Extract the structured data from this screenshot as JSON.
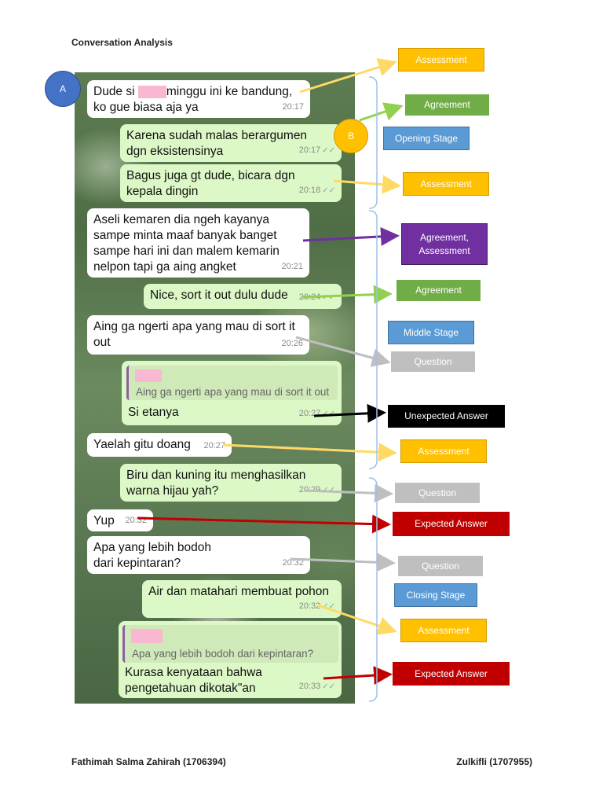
{
  "document": {
    "title": "Conversation Analysis",
    "footer_left": "Fathimah Salma Zahirah (1706394)",
    "footer_right": "Zulkifli (1707955)"
  },
  "speakers": {
    "a": "A",
    "b": "B"
  },
  "messages": [
    {
      "line1_pre": "Dude si",
      "line1_post": "minggu ini ke bandung,",
      "line2": "ko gue biasa aja ya",
      "time": "20:17"
    },
    {
      "text": "Karena sudah malas berargumen dgn eksistensinya",
      "time": "20:17"
    },
    {
      "text": "Bagus juga gt dude, bicara dgn kepala dingin",
      "time": "20:18"
    },
    {
      "text": "Aseli kemaren dia ngeh kayanya sampe minta maaf banyak banget sampe hari ini dan malem kemarin nelpon tapi ga aing angket",
      "time": "20:21"
    },
    {
      "text": "Nice, sort it out dulu dude",
      "time": "20:24"
    },
    {
      "text": "Aing ga ngerti apa yang mau di sort it out",
      "time": "20:26"
    },
    {
      "quote": "Aing ga ngerti apa yang mau di sort it out",
      "text": "Si etanya",
      "time": "20:27"
    },
    {
      "text": "Yaelah gitu doang",
      "time": "20:27"
    },
    {
      "text": "Biru dan kuning itu menghasilkan warna hijau yah?",
      "time": "20:29"
    },
    {
      "text": "Yup",
      "time": "20:32"
    },
    {
      "text": "Apa yang lebih bodoh dari kepintaran?",
      "time": "20:32"
    },
    {
      "text": "Air dan matahari membuat pohon",
      "time": "20:32"
    },
    {
      "quote": "Apa yang lebih bodoh dari kepintaran?",
      "text": "Kurasa kenyataan bahwa pengetahuan dikotak\"an",
      "time": "20:33"
    }
  ],
  "labels": {
    "assessment": "Assessment",
    "agreement": "Agreement",
    "agreement_assessment": "Agreement, Assessment",
    "question": "Question",
    "expected_answer": "Expected  Answer",
    "unexpected_answer": "Unexpected Answer",
    "opening_stage": "Opening Stage",
    "middle_stage": "Middle Stage",
    "closing_stage": "Closing Stage"
  },
  "colors": {
    "assessment": "#ffc000",
    "agreement": "#70ad47",
    "stage": "#5b9bd5",
    "question": "#bfbfbf",
    "agreement_assessment": "#7030a0",
    "expected_answer": "#c00000",
    "unexpected_answer": "#000000",
    "speaker_a": "#4472c4",
    "speaker_b": "#ffc000",
    "bubble_out": "#dcf8c6",
    "bubble_in": "#ffffff"
  }
}
